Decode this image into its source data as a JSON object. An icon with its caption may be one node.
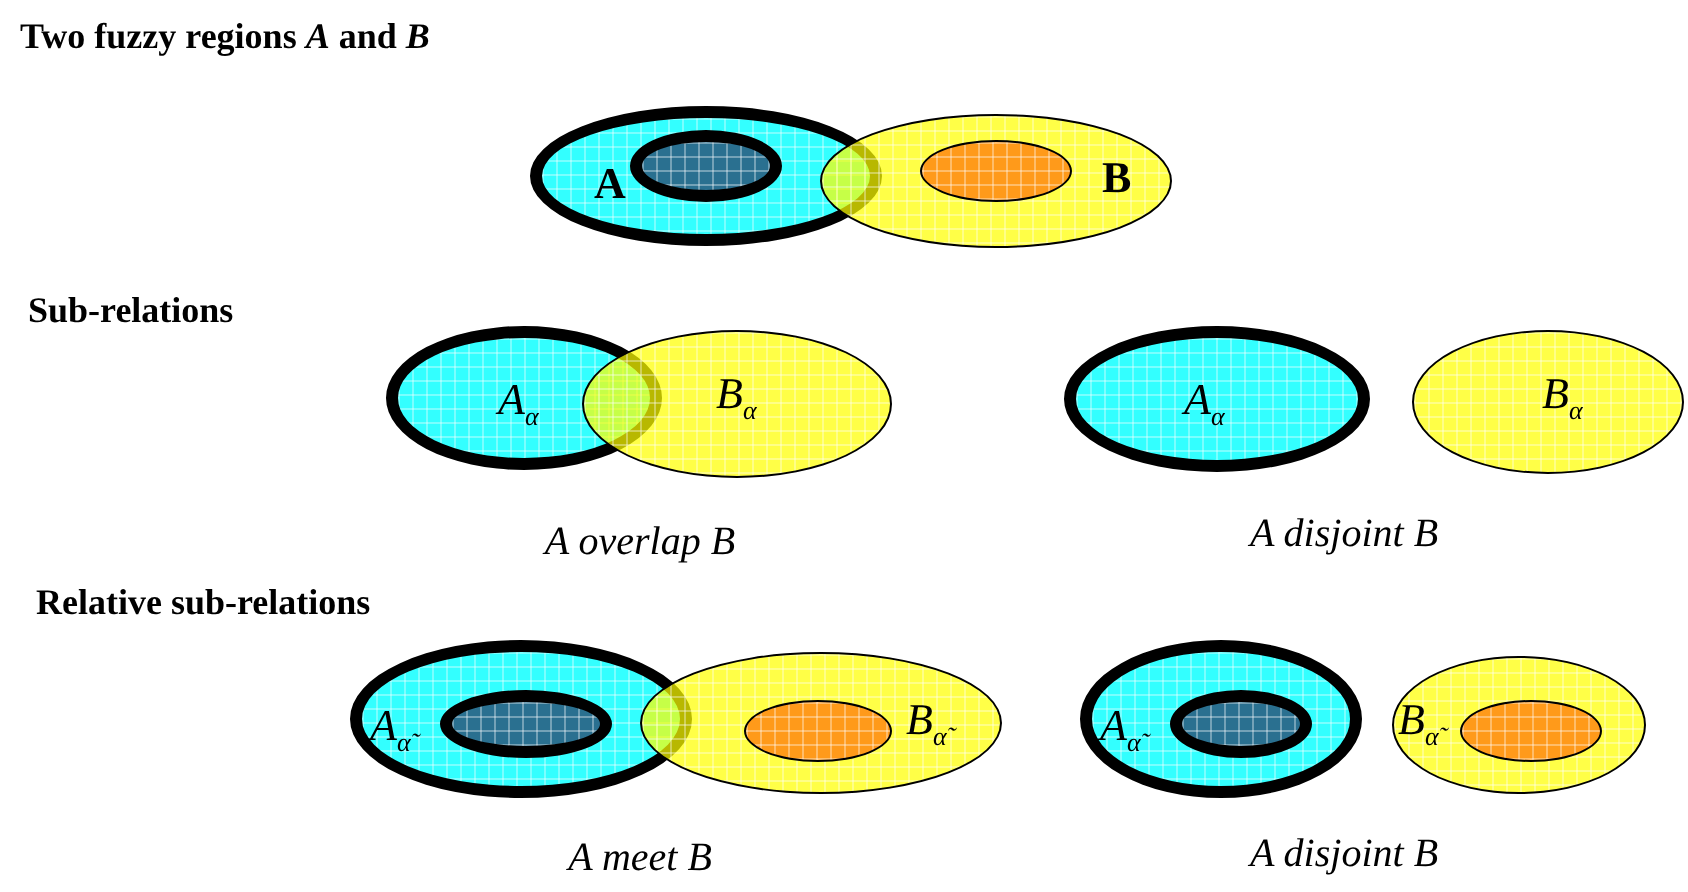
{
  "diagram": {
    "title": "Two fuzzy regions *A* and *B*",
    "nodes": [
      {
        "text": [
          "A"
        ]
      },
      {
        "text": [],
        "shape": "ellipse",
        "in": 0
      },
      {
        "text": [
          "B"
        ]
      },
      {
        "text": [],
        "shape": "ellipse",
        "in": 2
      },
      {
        "text": [
          "A$_{α}$"
        ]
      },
      {
        "text": [
          "B$_{α}$"
        ]
      },
      {
        "text": [
          "A$_{α}$"
        ]
      },
      {
        "text": [
          "B$_{α}$"
        ]
      },
      {
        "text": [
          "A$_{α̃}$"
        ]
      },
      {
        "text": [],
        "shape": "ellipse",
        "in": 8
      },
      {
        "text": [
          "B$_{α̃}$"
        ]
      },
      {
        "text": [],
        "shape": "ellipse",
        "in": 10
      },
      {
        "text": [
          "A$_{α̃}$"
        ]
      },
      {
        "text": [],
        "shape": "ellipse",
        "in": 12
      },
      {
        "text": [
          "B$_{α̃}$"
        ]
      },
      {
        "text": [],
        "shape": "ellipse",
        "in": 14
      }
    ],
    "labels": [
      "Sub-relations",
      "A overlap B",
      "A disjoint B",
      "Relative sub-relations",
      "A meet B",
      "A disjoint B"
    ]
  }
}
